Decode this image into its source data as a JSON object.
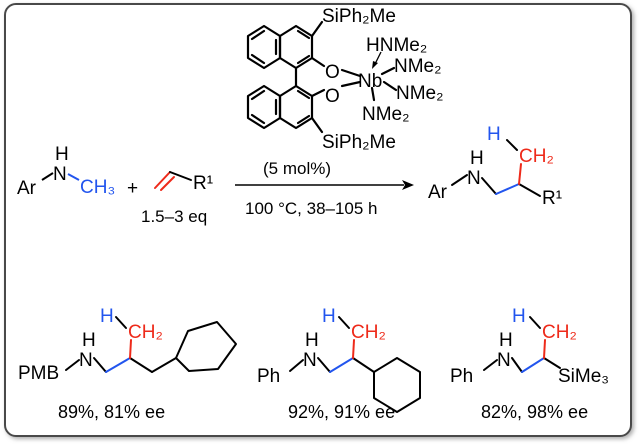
{
  "colors": {
    "ink": "#000000",
    "blue": "#2255ee",
    "red": "#ee2a1a",
    "frame": "#4a4a4a"
  },
  "catalyst": {
    "si_top": "SiPh₂Me",
    "si_bottom": "SiPh₂Me",
    "ligand_amine": "HNMe₂",
    "metal": "Nb",
    "o_top": "O",
    "o_bottom": "O",
    "nme2_1": "NMe₂",
    "nme2_2": "NMe₂",
    "nme2_3": "NMe₂"
  },
  "reaction": {
    "amine_ar": "Ar",
    "amine_n": "N",
    "amine_h": "H",
    "amine_ch3": "CH₃",
    "plus": "+",
    "alkene_r": "R¹",
    "equiv": "1.5–3 eq",
    "loading": "(5 mol%)",
    "conditions": "100 °C, 38–105 h",
    "product_ar": "Ar",
    "product_n": "N",
    "product_h": "H",
    "product_h_label": "H",
    "product_ch2": "CH₂",
    "product_r": "R¹"
  },
  "examples": [
    {
      "amine": "PMB",
      "n": "N",
      "h": "H",
      "h2": "H",
      "ch2": "CH₂",
      "yield": "89%, 81% ee"
    },
    {
      "amine": "Ph",
      "n": "N",
      "h": "H",
      "h2": "H",
      "ch2": "CH₂",
      "yield": "92%, 91% ee"
    },
    {
      "amine": "Ph",
      "n": "N",
      "h": "H",
      "h2": "H",
      "ch2": "CH₂",
      "substituent": "SiMe₃",
      "yield": "82%, 98% ee"
    }
  ]
}
